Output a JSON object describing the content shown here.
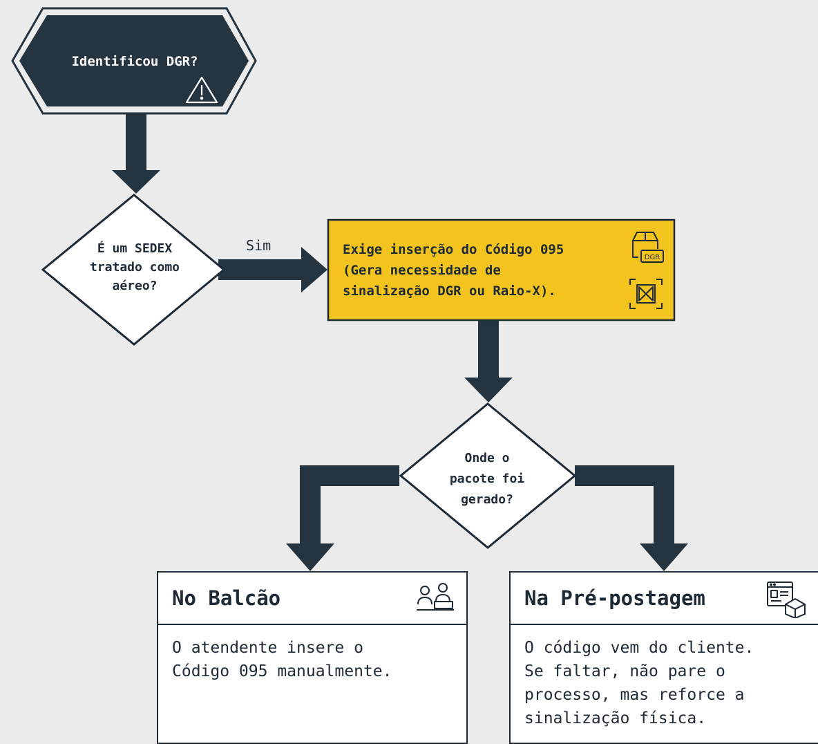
{
  "colors": {
    "background": "#ebebeb",
    "dark_node": "#253441",
    "process_fill": "#f2c41d",
    "stroke": "#1e2a36",
    "card_fill": "#ffffff"
  },
  "start_node": {
    "label": "Identificou DGR?",
    "icon": "warning-triangle-icon"
  },
  "decision_sedex": {
    "label": "É um SEDEX\ntratado como\naéreo?",
    "yes_label": "Sim"
  },
  "process_code": {
    "label": "Exige inserção do Código 095\n(Gera necessidade de\nsinalização DGR ou Raio-X).",
    "icons": [
      "dgr-package-icon",
      "xray-scan-icon"
    ]
  },
  "decision_origin": {
    "label": "Onde o\npacote foi\ngerado?"
  },
  "card_balcao": {
    "title": "No Balcão",
    "body": "O atendente insere o\nCódigo 095 manualmente.",
    "icon": "counter-attendant-icon"
  },
  "card_prepostagem": {
    "title": "Na Pré-postagem",
    "body": "O código vem do cliente.\nSe faltar, não pare o\nprocesso, mas reforce a\nsinalização física.",
    "icon": "web-package-icon"
  }
}
